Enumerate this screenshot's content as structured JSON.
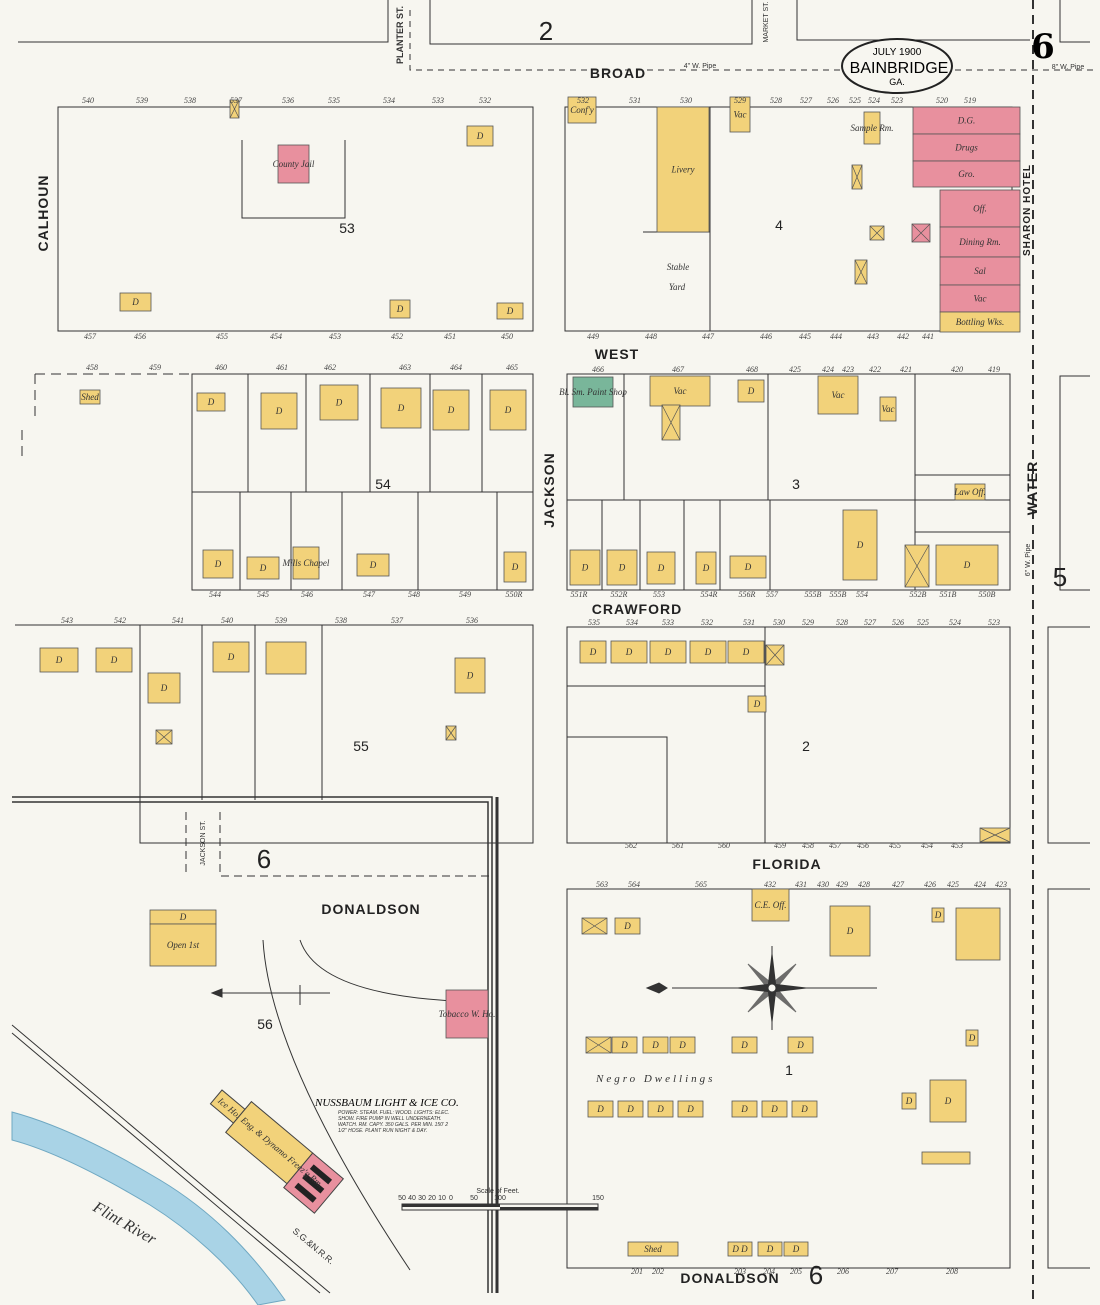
{
  "title_cartouche": {
    "date": "JULY 1900",
    "city": "BAINBRIDGE",
    "state": "GA."
  },
  "sheet_number": "6",
  "adjoining_sheets": {
    "north": "2",
    "east": "5",
    "inset": "6",
    "south": "6"
  },
  "streets": {
    "broad": "BROAD",
    "west": "WEST",
    "crawford": "CRAWFORD",
    "florida": "FLORIDA",
    "donaldson_south": "DONALDSON",
    "donaldson_inset": "DONALDSON",
    "calhoun": "CALHOUN",
    "jackson": "JACKSON",
    "water": "WATER",
    "planter": "PLANTER ST.",
    "market": "MARKET ST.",
    "jackson_st": "JACKSON ST."
  },
  "pipe_notes": {
    "broad_pipe": "4\" W. Pipe",
    "east_pipe": "8\" W. Pipe",
    "water_pipe": "6\" W. Pipe"
  },
  "block_numbers": [
    "53",
    "4",
    "54",
    "3",
    "55",
    "2",
    "56",
    "1"
  ],
  "lot_rows": [
    [
      "540",
      "539",
      "538",
      "537",
      "536",
      "535",
      "534",
      "533",
      "532"
    ],
    [
      "457",
      "456",
      "455",
      "454",
      "453",
      "452",
      "451",
      "450"
    ],
    [
      "532",
      "531",
      "530",
      "529",
      "528",
      "527",
      "526",
      "525",
      "524",
      "523",
      "520",
      "519"
    ],
    [
      "449",
      "448",
      "447",
      "446",
      "445",
      "444",
      "443",
      "442",
      "441"
    ],
    [
      "458",
      "459",
      "460",
      "461",
      "462",
      "463",
      "464",
      "465"
    ],
    [
      "466",
      "467",
      "468",
      "425",
      "424",
      "423",
      "422",
      "421",
      "420",
      "419"
    ],
    [
      "544",
      "545",
      "546",
      "547",
      "548",
      "549",
      "550R"
    ],
    [
      "551R",
      "552R",
      "553",
      "554R",
      "556R",
      "557",
      "555B",
      "555B",
      "554",
      "552B",
      "551B",
      "550B"
    ],
    [
      "543",
      "542",
      "541",
      "540",
      "539",
      "538",
      "537",
      "536"
    ],
    [
      "535",
      "534",
      "533",
      "532",
      "531",
      "530",
      "529",
      "528",
      "527",
      "526",
      "525",
      "524",
      "523"
    ],
    [
      "562",
      "561",
      "560",
      "459",
      "458",
      "457",
      "456",
      "455",
      "454",
      "453"
    ],
    [
      "563",
      "564",
      "565",
      "432",
      "431",
      "430",
      "429",
      "428",
      "427",
      "426",
      "425",
      "424",
      "423"
    ],
    [
      "201",
      "202",
      "203",
      "204",
      "205",
      "206",
      "207",
      "208"
    ]
  ],
  "buildings": [
    {
      "label": "County Jail",
      "use": "brick"
    },
    {
      "label": "",
      "use": "frame"
    },
    {
      "label": "D",
      "use": "frame"
    },
    {
      "label": "D",
      "use": "frame"
    },
    {
      "label": "D",
      "use": "frame"
    },
    {
      "label": "D",
      "use": "frame"
    },
    {
      "label": "Conf'y",
      "use": "frame"
    },
    {
      "label": "Livery",
      "use": "frame"
    },
    {
      "label": "Vac",
      "use": "frame"
    },
    {
      "label": "Sample Rm.",
      "use": "frame"
    },
    {
      "label": "",
      "use": "frame"
    },
    {
      "label": "D.G.",
      "use": "brick"
    },
    {
      "label": "Drugs",
      "use": "brick"
    },
    {
      "label": "Gro.",
      "use": "brick"
    },
    {
      "label": "Off.",
      "use": "brick"
    },
    {
      "label": "Dining Rm.",
      "use": "brick"
    },
    {
      "label": "Sal",
      "use": "brick"
    },
    {
      "label": "Vac",
      "use": "brick"
    },
    {
      "label": "Bottling Wks.",
      "use": "frame"
    },
    {
      "label": "",
      "use": "frame"
    },
    {
      "label": "",
      "use": "frame"
    },
    {
      "label": "",
      "use": "brick"
    },
    {
      "label": "D",
      "use": "frame"
    },
    {
      "label": "D",
      "use": "frame"
    },
    {
      "label": "D",
      "use": "frame"
    },
    {
      "label": "D",
      "use": "frame"
    },
    {
      "label": "D",
      "use": "frame"
    },
    {
      "label": "D",
      "use": "frame"
    },
    {
      "label": "D",
      "use": "frame"
    },
    {
      "label": "D",
      "use": "frame"
    },
    {
      "label": "Mills Chapel",
      "use": "frame"
    },
    {
      "label": "D",
      "use": "frame"
    },
    {
      "label": "D",
      "use": "frame"
    },
    {
      "label": "Shed",
      "use": "frame"
    },
    {
      "label": "Bl. Sm. Paint Shop",
      "use": "iron"
    },
    {
      "label": "Vac",
      "use": "frame"
    },
    {
      "label": "",
      "use": "frame"
    },
    {
      "label": "D",
      "use": "frame"
    },
    {
      "label": "Vac",
      "use": "frame"
    },
    {
      "label": "Vac",
      "use": "frame"
    },
    {
      "label": "D",
      "use": "frame"
    },
    {
      "label": "D",
      "use": "frame"
    },
    {
      "label": "D",
      "use": "frame"
    },
    {
      "label": "D",
      "use": "frame"
    },
    {
      "label": "D",
      "use": "frame"
    },
    {
      "label": "D",
      "use": "frame"
    },
    {
      "label": "",
      "use": "frame"
    },
    {
      "label": "D",
      "use": "frame"
    },
    {
      "label": "Law Off.",
      "use": "frame"
    },
    {
      "label": "D",
      "use": "frame"
    },
    {
      "label": "D",
      "use": "frame"
    },
    {
      "label": "D",
      "use": "frame"
    },
    {
      "label": "",
      "use": "frame"
    },
    {
      "label": "",
      "use": "frame"
    },
    {
      "label": "D",
      "use": "frame"
    },
    {
      "label": "",
      "use": "frame"
    },
    {
      "label": "D",
      "use": "frame"
    },
    {
      "label": "D",
      "use": "frame"
    },
    {
      "label": "D",
      "use": "frame"
    },
    {
      "label": "D",
      "use": "frame"
    },
    {
      "label": "D",
      "use": "frame"
    },
    {
      "label": "D",
      "use": "frame"
    },
    {
      "label": "D",
      "use": "frame"
    },
    {
      "label": "",
      "use": "frame"
    },
    {
      "label": "",
      "use": "frame"
    },
    {
      "label": "C.E. Off.",
      "use": "frame"
    },
    {
      "label": "",
      "use": "frame"
    },
    {
      "label": "D",
      "use": "frame"
    },
    {
      "label": "D",
      "use": "frame"
    },
    {
      "label": "D",
      "use": "frame"
    },
    {
      "label": "",
      "use": "frame"
    },
    {
      "label": "D",
      "use": "frame"
    },
    {
      "label": "",
      "use": "frame"
    },
    {
      "label": "D",
      "use": "frame"
    },
    {
      "label": "D",
      "use": "frame"
    },
    {
      "label": "D",
      "use": "frame"
    },
    {
      "label": "D",
      "use": "frame"
    },
    {
      "label": "D",
      "use": "frame"
    },
    {
      "label": "D",
      "use": "frame"
    },
    {
      "label": "D",
      "use": "frame"
    },
    {
      "label": "D",
      "use": "frame"
    },
    {
      "label": "D",
      "use": "frame"
    },
    {
      "label": "D",
      "use": "frame"
    },
    {
      "label": "D",
      "use": "frame"
    },
    {
      "label": "D",
      "use": "frame"
    },
    {
      "label": "D",
      "use": "frame"
    },
    {
      "label": "D",
      "use": "frame"
    },
    {
      "label": "",
      "use": "frame"
    },
    {
      "label": "Shed",
      "use": "frame"
    },
    {
      "label": "D D",
      "use": "frame"
    },
    {
      "label": "D",
      "use": "frame"
    },
    {
      "label": "D",
      "use": "frame"
    },
    {
      "label": "D",
      "use": "frame"
    },
    {
      "label": "Open 1st",
      "use": "frame"
    },
    {
      "label": "Tobacco W. Ho.",
      "use": "brick"
    },
    {
      "label": "D",
      "use": "frame"
    }
  ],
  "place_labels": {
    "stable": "Stable",
    "yard": "Yard",
    "hotel": "SHARON HOTEL",
    "negro_dwellings": "Negro Dwellings",
    "flint_river": "Flint River",
    "railroad": "S.G.&N.R.R.",
    "ice_ho": "Ice Ho.",
    "freez_rm": "Eng. & Dynamo Freez'g Rm."
  },
  "nussbaum": {
    "name": "NUSSBAUM LIGHT & ICE CO.",
    "notes": "POWER: STEAM. FUEL: WOOD. LIGHTS: ELEC. SHOW. FIRE PUMP IN WELL UNDERNEATH. WATCH. RM. CAPY. 350 GALS. PER MIN. 150' 2 1/2\" HOSE. PLANT RUN NIGHT & DAY."
  },
  "scale": {
    "label": "Scale of Feet.",
    "ticks": [
      "50",
      "40",
      "30",
      "20",
      "10",
      "0",
      "50",
      "100",
      "150"
    ]
  },
  "colors": {
    "brick": "#e8909e",
    "frame": "#f2d27a",
    "iron": "#79b69a",
    "river": "#a9d3e6",
    "paper": "#f7f6f0"
  }
}
